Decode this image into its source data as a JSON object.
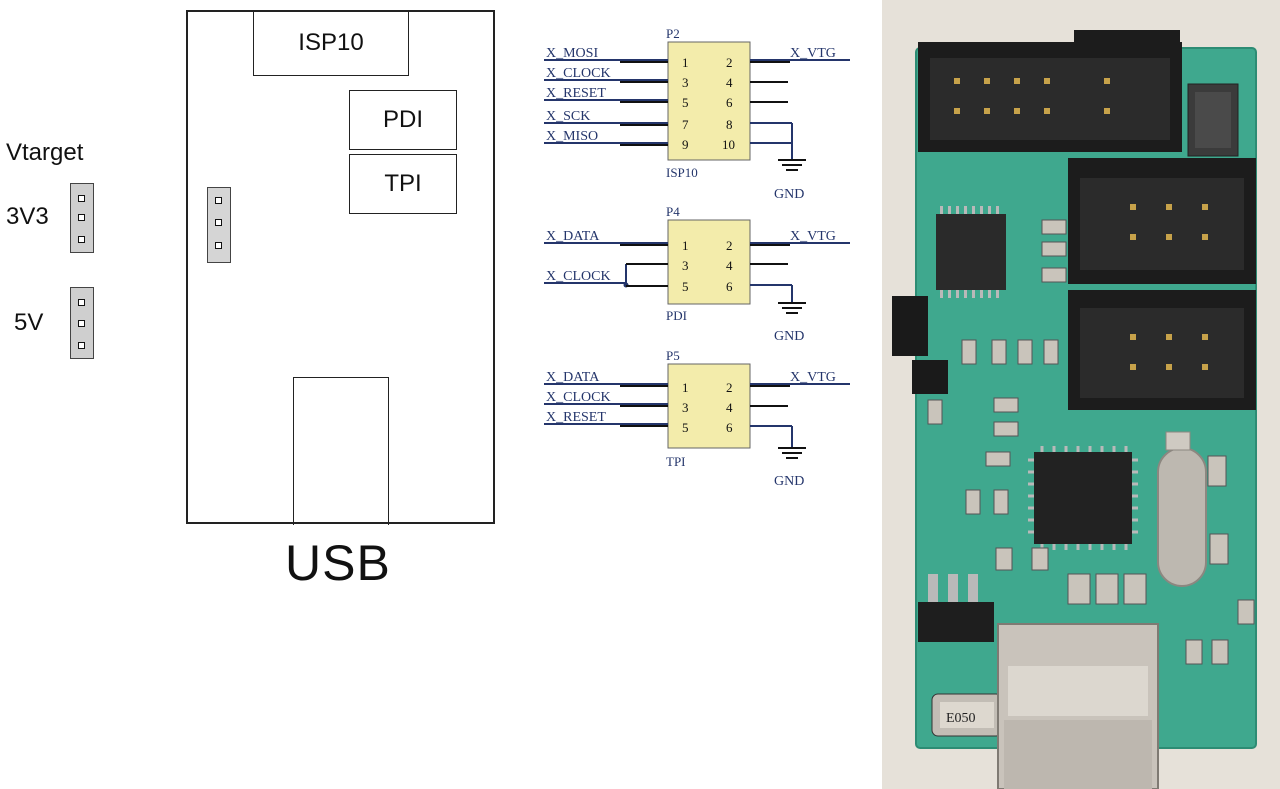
{
  "jumpers": {
    "title": "Vtarget",
    "options": [
      {
        "label": "3V3"
      },
      {
        "label": "5V"
      }
    ]
  },
  "board": {
    "connectors": [
      "ISP10",
      "PDI",
      "TPI"
    ],
    "bottom_label": "USB"
  },
  "schematic": {
    "ground_label": "GND",
    "blocks": [
      {
        "ref": "P2",
        "name": "ISP10",
        "left_nets": [
          "X_MOSI",
          "X_CLOCK",
          "X_RESET",
          "X_SCK",
          "X_MISO"
        ],
        "right_net": "X_VTG",
        "left_pins": [
          "1",
          "3",
          "5",
          "7",
          "9"
        ],
        "right_pins": [
          "2",
          "4",
          "6",
          "8",
          "10"
        ]
      },
      {
        "ref": "P4",
        "name": "PDI",
        "left_nets": [
          "X_DATA",
          "X_CLOCK"
        ],
        "right_net": "X_VTG",
        "left_pins": [
          "1",
          "3",
          "5"
        ],
        "right_pins": [
          "2",
          "4",
          "6"
        ]
      },
      {
        "ref": "P5",
        "name": "TPI",
        "left_nets": [
          "X_DATA",
          "X_CLOCK",
          "X_RESET"
        ],
        "right_net": "X_VTG",
        "left_pins": [
          "1",
          "3",
          "5"
        ],
        "right_pins": [
          "2",
          "4",
          "6"
        ]
      }
    ]
  },
  "photo": {
    "component_marks": [
      "E050"
    ],
    "colors": {
      "pcb": "#3fa88e",
      "pcb_dark": "#2d8c74",
      "header": "#1c1c1c",
      "usb_metal": "#c9c3bb"
    }
  }
}
